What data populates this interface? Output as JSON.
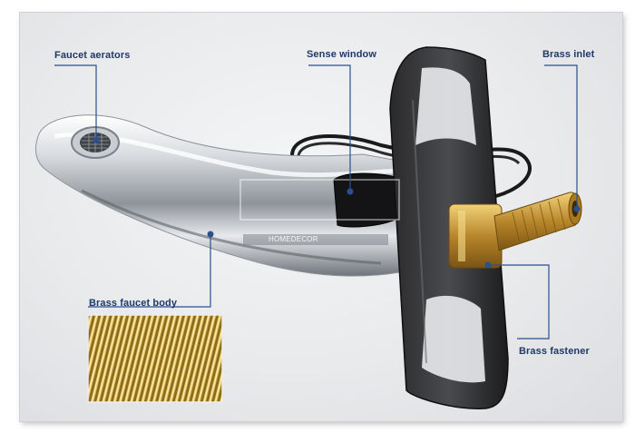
{
  "labels": {
    "aerators": "Faucet aerators",
    "sense_window": "Sense window",
    "inlet": "Brass inlet",
    "body": "Brass faucet body",
    "fastener": "Brass fastener"
  },
  "watermark": "HOMEDECOR",
  "colors": {
    "callout_text": "#1f3a66",
    "leader_line": "#2b4f8f",
    "brass": "#c9a03a",
    "chrome": "#c8cbd0"
  }
}
